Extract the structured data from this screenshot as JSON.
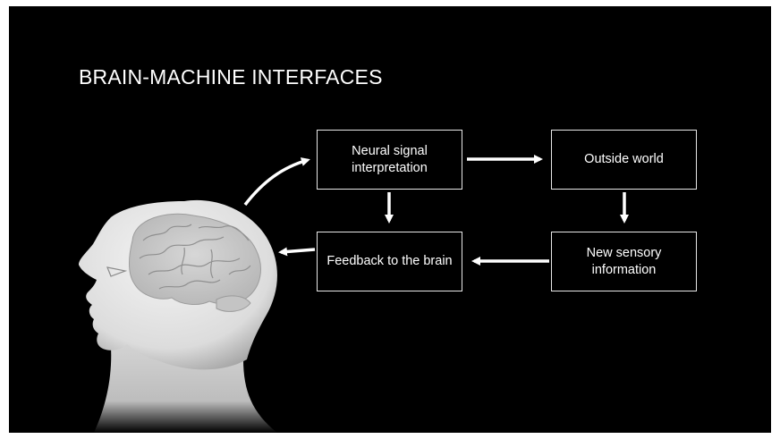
{
  "slide": {
    "title": "BRAIN-MACHINE INTERFACES",
    "background": "#000000"
  },
  "diagram": {
    "nodes": {
      "neural_signal": "Neural signal interpretation",
      "outside_world": "Outside world",
      "new_sensory": "New sensory information",
      "feedback": "Feedback to the brain"
    },
    "edges": [
      {
        "from": "head",
        "to": "neural_signal"
      },
      {
        "from": "neural_signal",
        "to": "outside_world"
      },
      {
        "from": "outside_world",
        "to": "new_sensory"
      },
      {
        "from": "new_sensory",
        "to": "feedback"
      },
      {
        "from": "neural_signal",
        "to": "feedback"
      },
      {
        "from": "feedback",
        "to": "head"
      }
    ],
    "colors": {
      "line": "#ffffff",
      "box_border": "#e8e8e8",
      "head": "#e6e6e6"
    }
  }
}
